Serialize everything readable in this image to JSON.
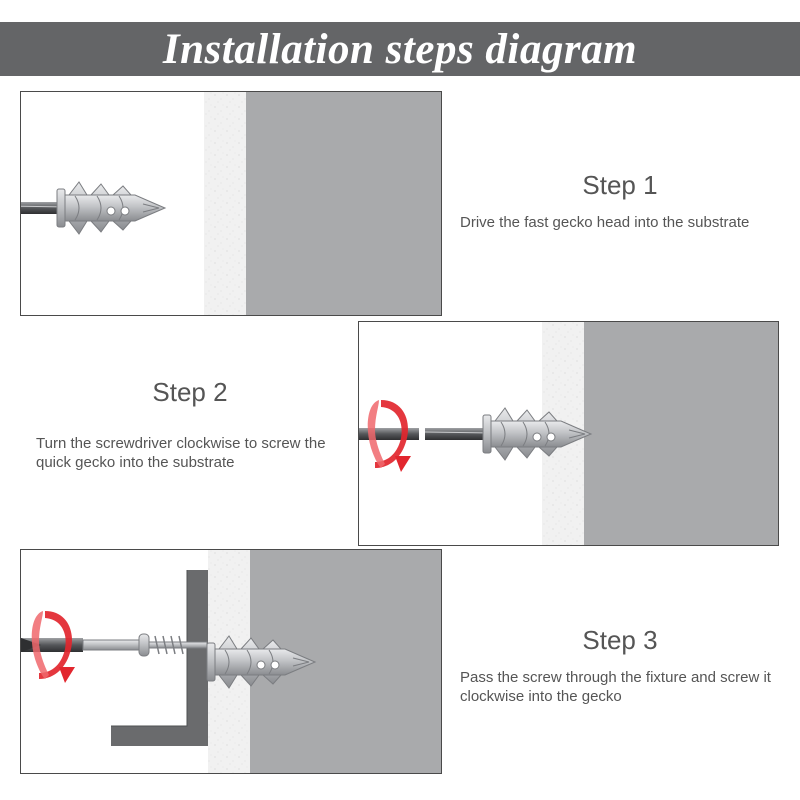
{
  "header": {
    "title": "Installation steps diagram"
  },
  "steps": [
    {
      "title": "Step 1",
      "description": "Drive the fast gecko head into the substrate"
    },
    {
      "title": "Step 2",
      "description": "Turn the screwdriver clockwise to screw the quick gecko into the substrate"
    },
    {
      "title": "Step 3",
      "description": "Pass the screw through the fixture and screw it clockwise into the gecko"
    }
  ],
  "colors": {
    "banner": "#646567",
    "substrate": "#a9aaac",
    "drywall": "#f1f1f1",
    "anchor": "#b4b6b9",
    "rotation_arrow": "#e2262e",
    "bracket": "#6a6b6d"
  },
  "icons": [
    "screwdriver-bit-icon",
    "drywall-anchor-icon",
    "rotation-arrow-icon",
    "screw-icon",
    "angle-bracket-icon"
  ]
}
